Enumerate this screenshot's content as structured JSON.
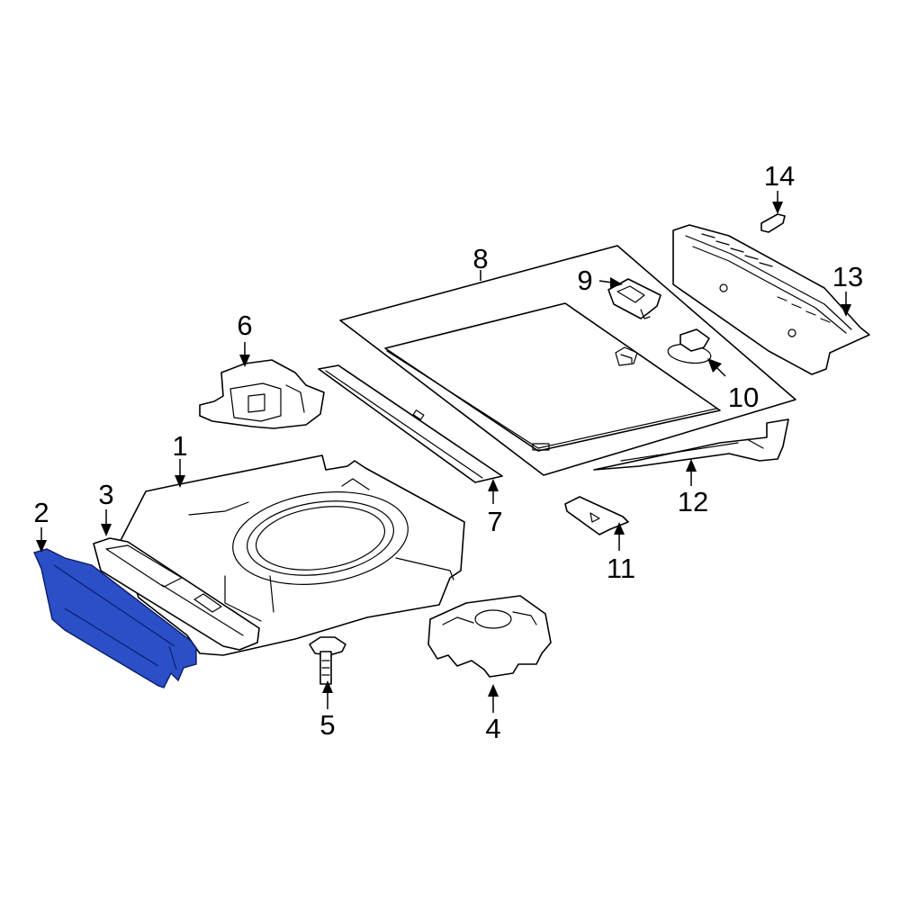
{
  "highlight_color": "#2b4fc6",
  "callouts": [
    {
      "id": "1",
      "label": "1"
    },
    {
      "id": "2",
      "label": "2"
    },
    {
      "id": "3",
      "label": "3"
    },
    {
      "id": "4",
      "label": "4"
    },
    {
      "id": "5",
      "label": "5"
    },
    {
      "id": "6",
      "label": "6"
    },
    {
      "id": "7",
      "label": "7"
    },
    {
      "id": "8",
      "label": "8"
    },
    {
      "id": "9",
      "label": "9"
    },
    {
      "id": "10",
      "label": "10"
    },
    {
      "id": "11",
      "label": "11"
    },
    {
      "id": "12",
      "label": "12"
    },
    {
      "id": "13",
      "label": "13"
    },
    {
      "id": "14",
      "label": "14"
    }
  ],
  "highlighted_part": "2"
}
